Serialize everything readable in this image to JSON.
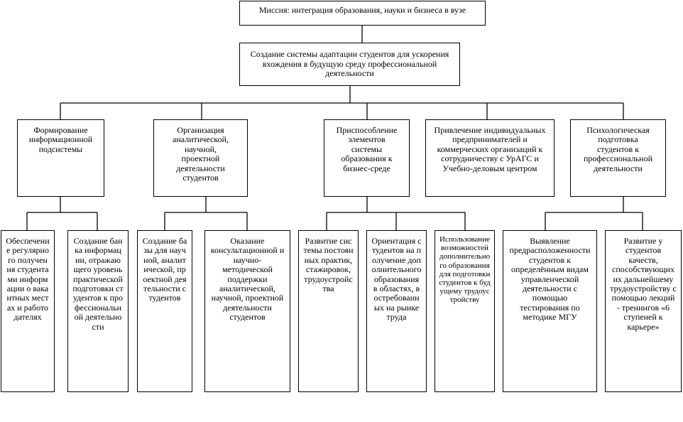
{
  "colors": {
    "line": "#000000",
    "box_border": "#000000",
    "background": "#ffffff"
  },
  "mission": "Миссия: интеграция образования, науки и бизнеса в вузе",
  "goal": "Создание системы адаптации  студентов для ускорения вхождения в  будущую среду профессиональной деятельности",
  "directions": [
    {
      "label": "Формирование информационной подсистемы",
      "tasks": [
        "Обеспечение регулярного получения студентами информации о вакантных местах и работодателях",
        "Создание банка информации, отражающего уровень практической подготовки студентов к профессиональной деятельности"
      ]
    },
    {
      "label": "Организация аналитической, научной, проектной деятельности студентов",
      "tasks": [
        "Создание базы для научной, аналитической, проектной деятельности студентов",
        "Оказание консультационной и научно-методической поддержки аналитической, научной, проектной деятельности студентов"
      ]
    },
    {
      "label": "Приспособление элементов системы образования к бизнес-среде",
      "tasks": [
        "Развитие системы постоянных практик, стажировок, трудоустройства",
        "Ориентация студентов на получение дополнительного образования в областях, востребованных на рынке труда",
        "Использование возможностей дополнительного образования для подготовки студентов к будущему трудоустройству"
      ]
    },
    {
      "label": "Привлечение индивидуальных предпринимателей и коммерческих организаций к сотрудничеству с УрАГС и Учебно-деловым центром",
      "tasks": []
    },
    {
      "label": "Психологическая подготовка студентов к профессиональной деятельности",
      "tasks": [
        "Выявление предрасположенности студентов к определённым видам управленческой деятельности с помощью тестирования по методике МГУ",
        "Развитие у студентов качеств, способствующих их дальнейшему трудоустройству с помощью лекций - тренингов «6 ступеней к карьере»"
      ]
    }
  ]
}
